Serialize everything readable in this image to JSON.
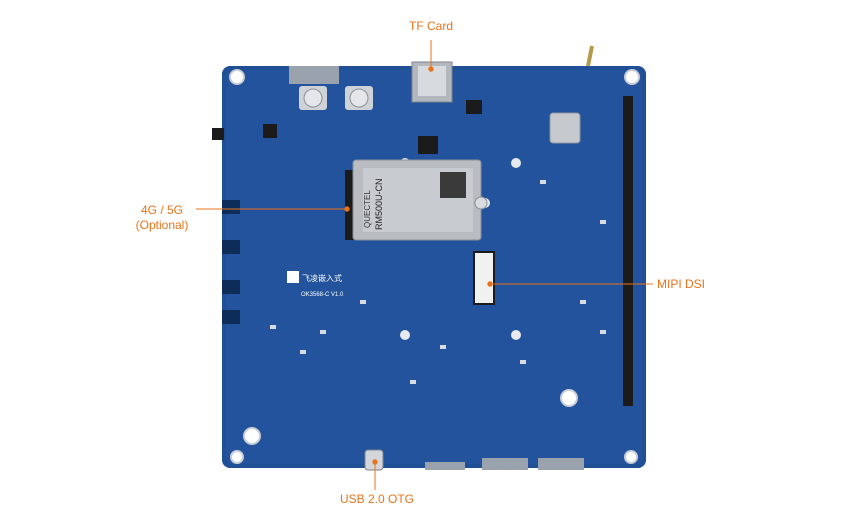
{
  "callouts": {
    "tf_card": "TF Card",
    "cellular_line1": "4G / 5G",
    "cellular_line2": "(Optional)",
    "mipi_dsi": "MIPI DSI",
    "usb_otg": "USB 2.0 OTG"
  },
  "module": {
    "brand": "QUECTEL",
    "model": "RM500U-CN"
  },
  "silkscreen": {
    "company": "飞凌嵌入式",
    "board": "OK3568-C V1.0"
  },
  "colors": {
    "board": "#1f4f95",
    "callout": "#e8731a",
    "module": "#b9bcc0"
  }
}
